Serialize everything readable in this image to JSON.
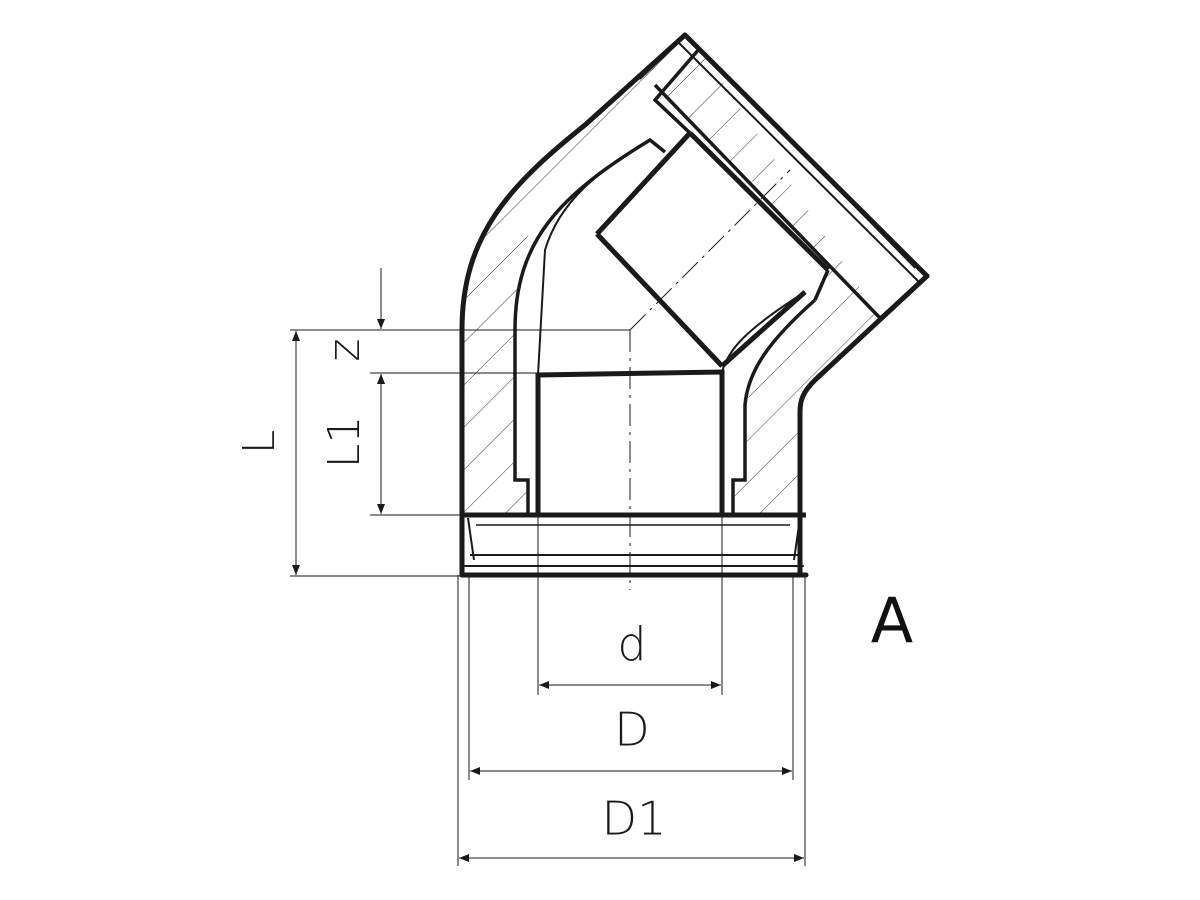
{
  "drawing": {
    "view_label": "A",
    "dimensions": {
      "d": "d",
      "D": "D",
      "D1": "D1",
      "L": "L",
      "L1": "L1",
      "z": "z"
    },
    "colors": {
      "line": "#1a1a1a",
      "hatch": "#333333",
      "background": "#ffffff"
    }
  }
}
